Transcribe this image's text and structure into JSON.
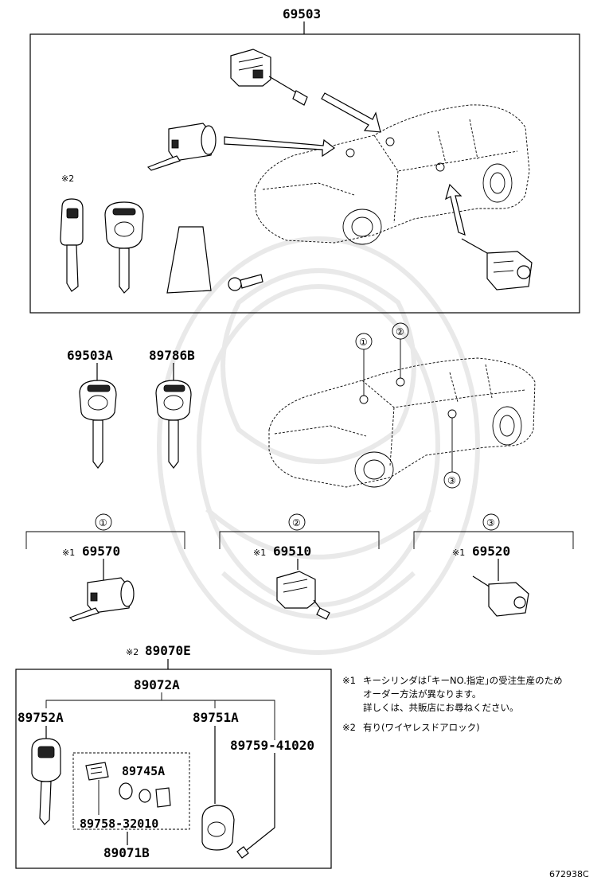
{
  "diagram": {
    "top_group_number": "69503",
    "locations": {
      "loc1": "①",
      "loc2": "②",
      "loc3": "③"
    },
    "keys": {
      "key_a": "69503A",
      "key_b": "89786B"
    },
    "sections": [
      {
        "circle": "①",
        "mark": "※1",
        "part": "69570"
      },
      {
        "circle": "②",
        "mark": "※1",
        "part": "69510"
      },
      {
        "circle": "③",
        "mark": "※1",
        "part": "69520"
      }
    ],
    "transmitter": {
      "mark": "※2",
      "part": "89070E",
      "sub_group": "89072A",
      "key_part": "89752A",
      "case_part": "89751A",
      "screw_part": "89759-41020",
      "inner_part": "89745A",
      "inner_part2": "89758-32010",
      "inner_group": "89071B"
    },
    "notes": {
      "n1_mark": "※1",
      "n1_line1": "キーシリンダは｢キーNO.指定｣の受注生産のため",
      "n1_line2": "オーダー方法が異なります。",
      "n1_line3": "詳しくは、共販店にお尋ねください。",
      "n2_mark": "※2",
      "n2_line1": "有り(ワイヤレスドアロック)"
    },
    "top_key_mark": "※2",
    "illustration_id": "672938C"
  }
}
